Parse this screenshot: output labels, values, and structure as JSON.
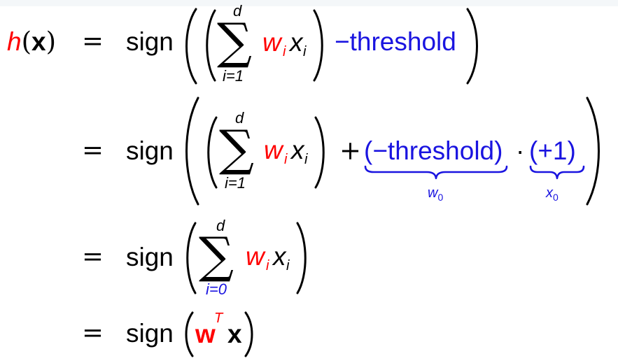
{
  "colors": {
    "red": "#ff0000",
    "blue": "#1a14e0",
    "black": "#000000"
  },
  "lhs": {
    "func": "h",
    "lparen": "(",
    "var": "x",
    "rparen": ")"
  },
  "eq": "=",
  "sign": "sign",
  "sum_symbol": "∑",
  "line1": {
    "sum_upper": "d",
    "sum_lower": "i=1",
    "w": "w",
    "w_sub": "i",
    "x": "x",
    "x_sub": "i",
    "threshold_term": "−threshold"
  },
  "line2": {
    "sum_upper": "d",
    "sum_lower": "i=1",
    "w": "w",
    "w_sub": "i",
    "x": "x",
    "x_sub": "i",
    "plus": "+",
    "neg_threshold": "(−threshold)",
    "dot": "·",
    "plus_one": "(+1)",
    "brace1_label_base": "w",
    "brace1_label_sub": "0",
    "brace2_label_base": "x",
    "brace2_label_sub": "0"
  },
  "line3": {
    "sum_upper": "d",
    "sum_lower": "i=0",
    "w": "w",
    "w_sub": "i",
    "x": "x",
    "x_sub": "i"
  },
  "line4": {
    "w": "w",
    "w_sup": "T",
    "x": "x"
  }
}
